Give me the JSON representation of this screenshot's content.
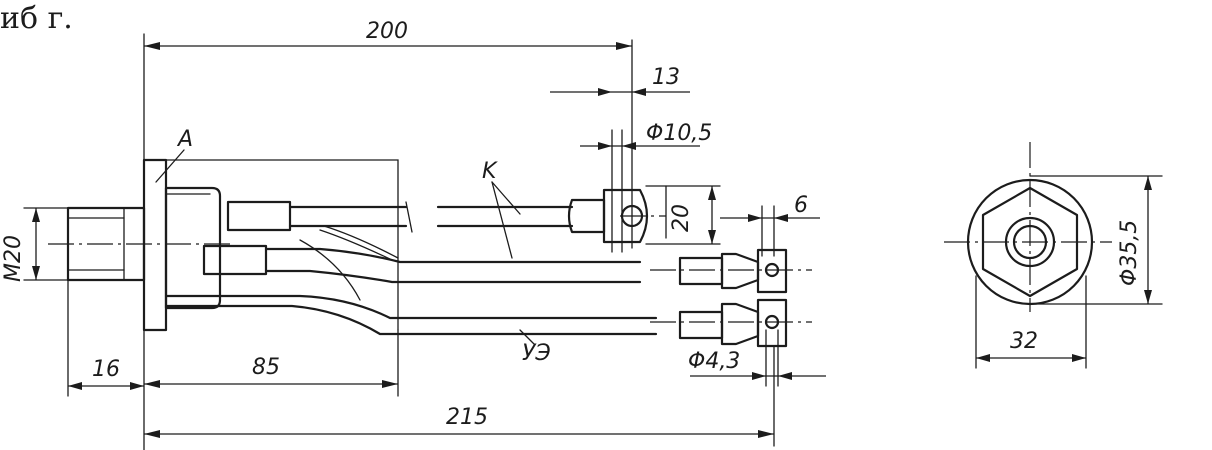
{
  "figure": {
    "caption_fragment": "иб г.",
    "ink_color": "#1c1c1c",
    "paper_color": "#ffffff"
  },
  "dimensions": {
    "overall_length_top": "200",
    "terminal_width": "13",
    "terminal_hole": "Φ10,5",
    "terminal_height": "20",
    "lug_width": "6",
    "thread": "M20",
    "nut_length": "16",
    "shell_length": "85",
    "overall_length_bottom": "215",
    "lug_hole": "Φ4,3",
    "hex_across_flats": "32",
    "hex_across_corners": "Φ35,5"
  },
  "labels": {
    "part_a": "A",
    "part_k": "K",
    "part_uz": "УЭ"
  }
}
